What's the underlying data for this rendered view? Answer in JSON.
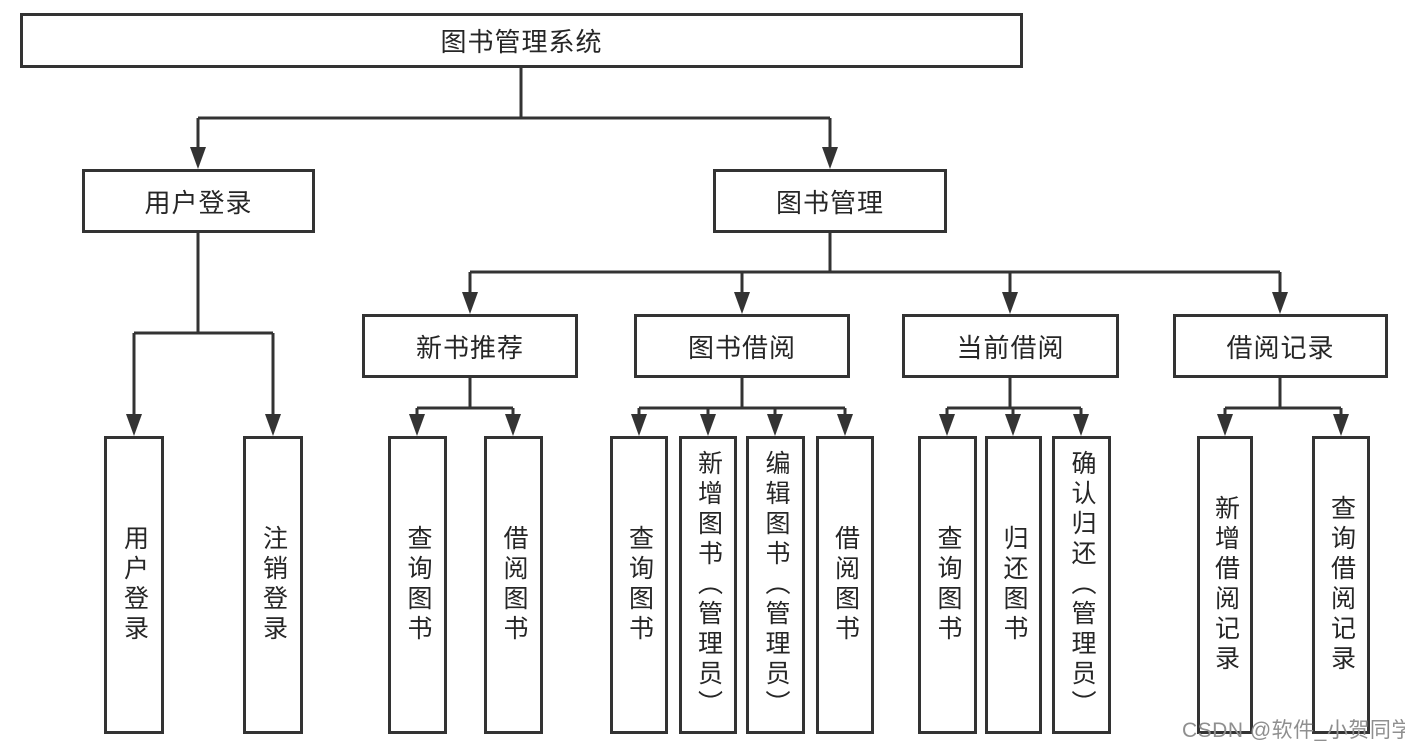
{
  "diagram": {
    "root": {
      "label": "图书管理系统",
      "children": [
        {
          "label": "用户登录",
          "children": [
            {
              "label": "用户登录"
            },
            {
              "label": "注销登录"
            }
          ]
        },
        {
          "label": "图书管理",
          "children": [
            {
              "label": "新书推荐",
              "children": [
                {
                  "label": "查询图书"
                },
                {
                  "label": "借阅图书"
                }
              ]
            },
            {
              "label": "图书借阅",
              "children": [
                {
                  "label": "查询图书"
                },
                {
                  "label": "新增图书（管理员）"
                },
                {
                  "label": "编辑图书（管理员）"
                },
                {
                  "label": "借阅图书"
                }
              ]
            },
            {
              "label": "当前借阅",
              "children": [
                {
                  "label": "查询图书"
                },
                {
                  "label": "归还图书"
                },
                {
                  "label": "确认归还（管理员）"
                }
              ]
            },
            {
              "label": "借阅记录",
              "children": [
                {
                  "label": "新增借阅记录"
                },
                {
                  "label": "查询借阅记录"
                }
              ]
            }
          ]
        }
      ]
    }
  },
  "watermark": {
    "text": "CSDN @软件_小贺同学"
  },
  "colors": {
    "line": "#333333",
    "box_border": "#333333",
    "text": "#262626",
    "watermark": "#8f8f8f",
    "background": "#ffffff"
  }
}
